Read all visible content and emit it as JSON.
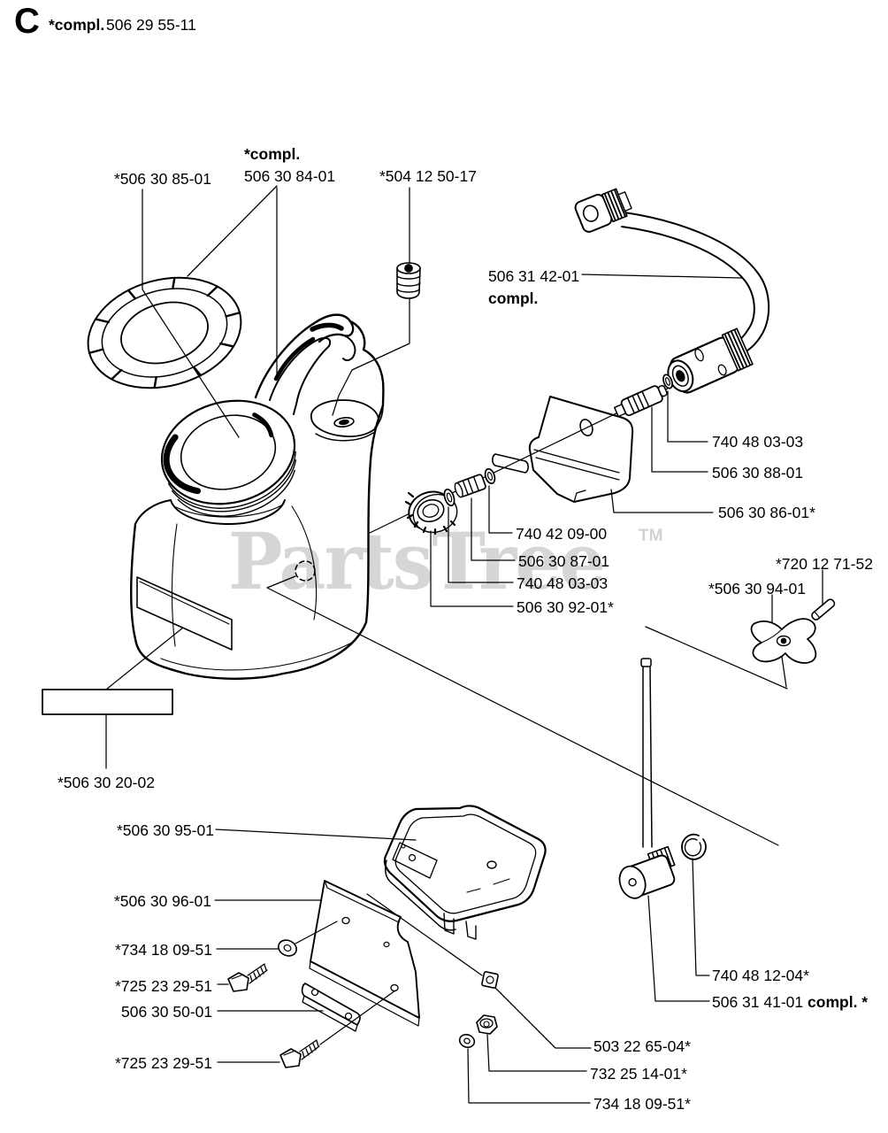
{
  "header": {
    "section_letter": "C",
    "compl_label": "*compl.",
    "part_number": "506 29 55-11"
  },
  "watermark": {
    "text": "PartsTree",
    "tm": "TM"
  },
  "colors": {
    "ink": "#000000",
    "watermark_gray": "#d6d6d6",
    "background": "#ffffff"
  },
  "labels": {
    "cap_ring": "*506 30 85-01",
    "tank_compl_prefix": "*compl.",
    "tank_compl_number": "506 30 84-01",
    "plug": "*504 12 50-17",
    "hose_number": "506 31 42-01",
    "hose_compl": "compl.",
    "oring_top": "740 48 03-03",
    "valve": "506 30 88-01",
    "bracket": "506 30 86-01*",
    "oring_mid": "740 42 09-00",
    "fitting": "506 30 87-01",
    "washer_mid": "740 48 03-03",
    "ring_nut": "506 30 92-01*",
    "pin": "*720 12 71-52",
    "wing_knob": "*506 30 94-01",
    "decal": "*506 30 20-02",
    "tray": "*506 30 95-01",
    "plate": "*506 30 96-01",
    "washer_left": "*734 18 09-51",
    "screw_upper": "*725 23 29-51",
    "bar": "506 30 50-01",
    "screw_lower": "*725 23 29-51",
    "oring_pump": "740 48 12-04*",
    "pump_number": "506 31 41-01",
    "pump_compl": "compl. *",
    "nut_square": "503 22 65-04*",
    "nut_hex": "732 25 14-01*",
    "washer_bottom": "734 18 09-51*"
  }
}
